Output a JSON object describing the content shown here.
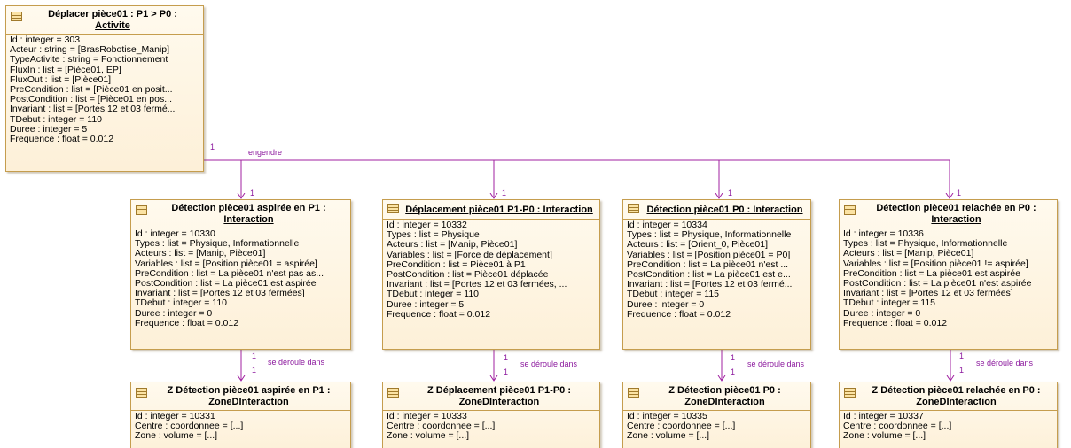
{
  "link_color": "#a020a0",
  "activity": {
    "title": "Déplacer pièce01 : P1 > P0 :",
    "stereotype": "Activite",
    "attributes": [
      "Id : integer = 303",
      "Acteur : string = [BrasRobotise_Manip]",
      "TypeActivite : string = Fonctionnement",
      "FluxIn : list = [Pièce01, EP]",
      "FluxOut : list = [Pièce01]",
      "PreCondition : list = [Pièce01 en posit...",
      "PostCondition : list = [Pièce01 en pos...",
      "Invariant : list = [Portes 12 et 03 fermé...",
      "TDebut : integer = 110",
      "Duree : integer = 5",
      "Frequence : float = 0.012"
    ]
  },
  "engendre_link": {
    "label": "engendre",
    "source_multiplicity": "1",
    "target_multiplicity": "1"
  },
  "deroule_link": {
    "label": "se déroule dans",
    "multiplicity": "1"
  },
  "interactions": [
    {
      "title": "Détection pièce01 aspirée en P1 :",
      "stereotype": "Interaction",
      "attributes": [
        "Id : integer = 10330",
        "Types : list = Physique, Informationnelle",
        "Acteurs : list = [Manip, Pièce01]",
        "Variables : list = [Position pièce01 = aspirée]",
        "PreCondition : list = La pièce01 n'est pas as...",
        "PostCondition : list = La pièce01 est aspirée",
        "Invariant : list = [Portes 12 et 03 fermées]",
        "TDebut : integer = 110",
        "Duree : integer = 0",
        "Frequence : float = 0.012"
      ]
    },
    {
      "title": "Déplacement pièce01 P1-P0 : Interaction",
      "stereotype": "",
      "attributes": [
        "Id : integer = 10332",
        "Types : list = Physique",
        "Acteurs : list = [Manip, Pièce01]",
        "Variables : list = [Force de déplacement]",
        "PreCondition : list = Pièce01 à P1",
        "PostCondition : list = Pièce01 déplacée",
        "Invariant : list = [Portes 12 et 03 fermées, ...",
        "TDebut : integer = 110",
        "Duree : integer = 5",
        "Frequence : float = 0.012"
      ]
    },
    {
      "title": "Détection pièce01 P0 : Interaction",
      "stereotype": "",
      "attributes": [
        "Id : integer = 10334",
        "Types : list = Physique, Informationnelle",
        "Acteurs : list = [Orient_0, Pièce01]",
        "Variables : list = [Position pièce01 = P0]",
        "PreCondition : list = La pièce01 n'est ...",
        "PostCondition : list = La pièce01 est e...",
        "Invariant : list = [Portes 12 et 03 fermé...",
        "TDebut : integer = 115",
        "Duree : integer = 0",
        "Frequence : float = 0.012"
      ]
    },
    {
      "title": "Détection pièce01 relachée en P0 :",
      "stereotype": "Interaction",
      "attributes": [
        "Id : integer = 10336",
        "Types : list = Physique, Informationnelle",
        "Acteurs : list = [Manip, Pièce01]",
        "Variables : list = [Position pièce01 != aspirée]",
        "PreCondition : list = La pièce01 est aspirée",
        "PostCondition : list = La pièce01 n'est aspirée",
        "Invariant : list = [Portes 12 et 03 fermées]",
        "TDebut : integer = 115",
        "Duree : integer = 0",
        "Frequence : float = 0.012"
      ]
    }
  ],
  "zones": [
    {
      "title": "Z Détection pièce01 aspirée en P1 :",
      "stereotype": "ZoneDInteraction",
      "attributes": [
        "Id : integer = 10331",
        "Centre : coordonnee = [...]",
        "Zone : volume = [...]"
      ]
    },
    {
      "title": "Z Déplacement pièce01 P1-P0 :",
      "stereotype": "ZoneDInteraction",
      "attributes": [
        "Id : integer = 10333",
        "Centre : coordonnee = [...]",
        "Zone : volume = [...]"
      ]
    },
    {
      "title": "Z Détection pièce01 P0 :",
      "stereotype": "ZoneDInteraction",
      "attributes": [
        "Id : integer = 10335",
        "Centre : coordonnee = [...]",
        "Zone : volume = [...]"
      ]
    },
    {
      "title": "Z Détection pièce01 relachée en P0 :",
      "stereotype": "ZoneDInteraction",
      "attributes": [
        "Id : integer = 10337",
        "Centre : coordonnee = [...]",
        "Zone : volume = [...]"
      ]
    }
  ]
}
